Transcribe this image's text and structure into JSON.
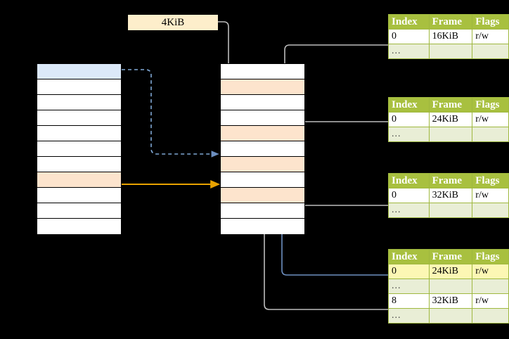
{
  "diagram": {
    "title_label": "4KiB",
    "columns": {
      "virtual": {
        "name": "virtual-address-space",
        "rows": [
          {
            "fill": "blue"
          },
          {
            "fill": "white"
          },
          {
            "fill": "white"
          },
          {
            "fill": "white"
          },
          {
            "fill": "white"
          },
          {
            "fill": "white"
          },
          {
            "fill": "white"
          },
          {
            "fill": "peach"
          },
          {
            "fill": "white"
          },
          {
            "fill": "white"
          },
          {
            "fill": "white"
          }
        ]
      },
      "physical": {
        "name": "physical-memory",
        "rows": [
          {
            "fill": "white"
          },
          {
            "fill": "peach"
          },
          {
            "fill": "white"
          },
          {
            "fill": "white"
          },
          {
            "fill": "peach"
          },
          {
            "fill": "white"
          },
          {
            "fill": "peach"
          },
          {
            "fill": "white"
          },
          {
            "fill": "peach"
          },
          {
            "fill": "white"
          },
          {
            "fill": "white"
          }
        ]
      }
    },
    "tables": [
      {
        "name": "level-4-table",
        "headers": [
          "Index",
          "Frame",
          "Flags"
        ],
        "rows": [
          {
            "cells": [
              "0",
              "16KiB",
              "r/w"
            ],
            "highlight": [
              false,
              false,
              false
            ],
            "dots": false
          },
          {
            "cells": [
              "...",
              "",
              ""
            ],
            "highlight": [
              false,
              false,
              false
            ],
            "dots": true
          }
        ]
      },
      {
        "name": "level-3-table",
        "headers": [
          "Index",
          "Frame",
          "Flags"
        ],
        "rows": [
          {
            "cells": [
              "0",
              "24KiB",
              "r/w"
            ],
            "highlight": [
              false,
              false,
              false
            ],
            "dots": false
          },
          {
            "cells": [
              "...",
              "",
              ""
            ],
            "highlight": [
              false,
              false,
              false
            ],
            "dots": true
          }
        ]
      },
      {
        "name": "level-2-table",
        "headers": [
          "Index",
          "Frame",
          "Flags"
        ],
        "rows": [
          {
            "cells": [
              "0",
              "32KiB",
              "r/w"
            ],
            "highlight": [
              false,
              false,
              false
            ],
            "dots": false
          },
          {
            "cells": [
              "...",
              "",
              ""
            ],
            "highlight": [
              false,
              false,
              false
            ],
            "dots": true
          }
        ]
      },
      {
        "name": "level-1-table",
        "headers": [
          "Index",
          "Frame",
          "Flags"
        ],
        "rows": [
          {
            "cells": [
              "0",
              "24KiB",
              "r/w"
            ],
            "highlight": [
              true,
              true,
              true
            ],
            "dots": false
          },
          {
            "cells": [
              "...",
              "",
              ""
            ],
            "highlight": [
              false,
              false,
              false
            ],
            "dots": true
          },
          {
            "cells": [
              "8",
              "32KiB",
              "r/w"
            ],
            "highlight": [
              false,
              false,
              false
            ],
            "dots": false
          },
          {
            "cells": [
              "...",
              "",
              ""
            ],
            "highlight": [
              false,
              false,
              false
            ],
            "dots": true
          }
        ]
      }
    ],
    "colors": {
      "table_header": "#a8c03f",
      "table_border": "#9fb83f",
      "dots_row": "#e9eed6",
      "highlight_yellow": "#fcf7b4",
      "peach_row": "#fde4cd",
      "blue_row": "#dce9f9",
      "label_box": "#fdeecb",
      "wire_grey": "#b3b3b3",
      "wire_blue": "#7a9cc6",
      "wire_orange": "#e8a200",
      "background": "#000000"
    }
  }
}
